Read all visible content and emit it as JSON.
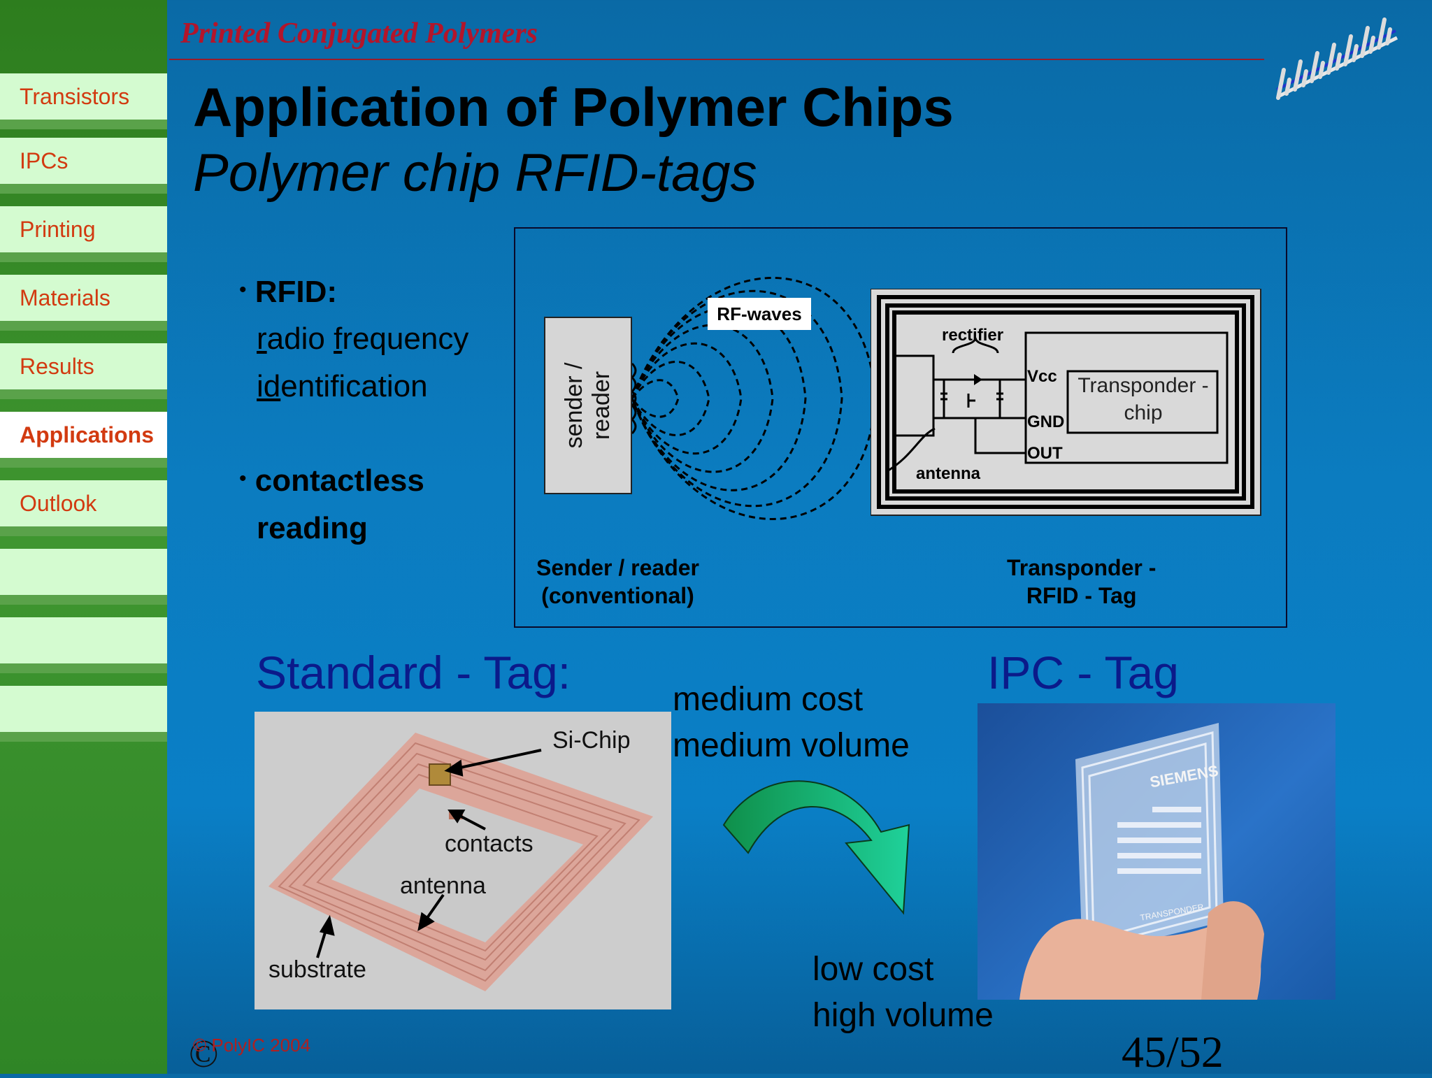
{
  "header": {
    "title": "Printed Conjugated Polymers"
  },
  "sidebar": {
    "items": [
      {
        "label": "Transistors"
      },
      {
        "label": "IPCs"
      },
      {
        "label": "Printing"
      },
      {
        "label": "Materials"
      },
      {
        "label": "Results"
      },
      {
        "label": "Applications",
        "active": true
      },
      {
        "label": "Outlook"
      },
      {
        "label": ""
      },
      {
        "label": ""
      },
      {
        "label": ""
      }
    ]
  },
  "slide": {
    "title": "Application of Polymer Chips",
    "subtitle": "Polymer chip RFID-tags",
    "bullets": {
      "rfid_heading": "RFID:",
      "rfid_line1_a": "r",
      "rfid_line1_b": "adio ",
      "rfid_line1_c": "f",
      "rfid_line1_d": "requency",
      "rfid_line2_a": "id",
      "rfid_line2_b": "entification",
      "contactless_1": "contactless",
      "contactless_2": "reading"
    },
    "diagram": {
      "reader_label_1": "sender /",
      "reader_label_2": "reader",
      "rf_waves": "RF-waves",
      "rectifier": "rectifier",
      "vcc": "Vcc",
      "gnd": "GND",
      "out": "OUT",
      "antenna": "antenna",
      "transponder_chip": "Transponder - chip",
      "caption_left_1": "Sender / reader",
      "caption_left_2": "(conventional)",
      "caption_right_1": "Transponder -",
      "caption_right_2": "RFID - Tag"
    },
    "standard_tag": {
      "heading": "Standard - Tag:",
      "labels": {
        "chip": "Si-Chip",
        "contacts": "contacts",
        "antenna": "antenna",
        "substrate": "substrate"
      }
    },
    "middle": {
      "medium_cost": "medium cost",
      "medium_volume": "medium volume",
      "low_cost": "low cost",
      "high_volume": "high volume"
    },
    "ipc_tag": {
      "heading": "IPC - Tag",
      "brand": "SIEMENS",
      "transponder_text": "TRANSPONDER"
    },
    "copyright": "© PolyIC  2004",
    "copyright_symbol": "©",
    "page_number": "45/52"
  },
  "colors": {
    "background": "#0b7cc0",
    "sidebar_green": "#3f9630",
    "nav_bg": "#d4fbd0",
    "nav_text": "#d23a10",
    "header_red": "#b3152a",
    "heading_blue": "#0b1a8a"
  }
}
